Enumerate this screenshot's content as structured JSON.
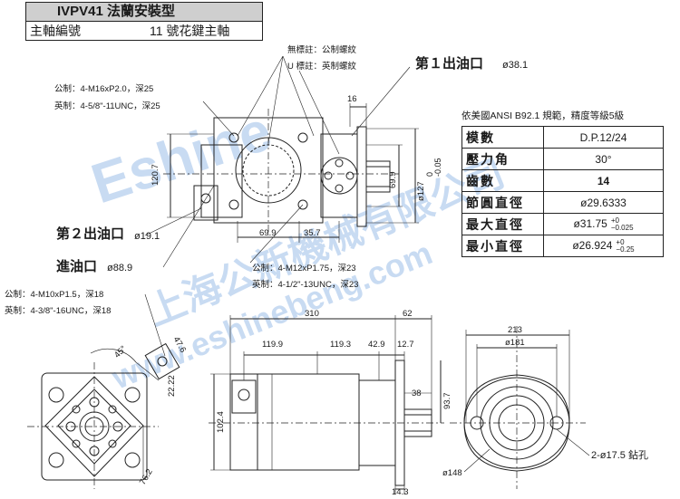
{
  "header": {
    "model_title": "IVPV41 法蘭安裝型",
    "shaft_label": "主軸編號",
    "shaft_spec": "11 號花鍵主軸"
  },
  "notes": {
    "unmarked": "無標註：公制螺紋",
    "u_mark": "U 標註：英制螺紋",
    "outlet1": "第１出油口",
    "outlet1_dia": "ø38.1",
    "thread_top_metric": "公制：4-M16xP2.0，深25",
    "thread_top_imperial": "英制：4-5/8\"-11UNC，深25",
    "outlet2": "第２出油口",
    "outlet2_dia": "ø19.1",
    "inlet": "進油口",
    "inlet_dia": "ø88.9",
    "thread_mid_metric": "公制：4-M12xP1.75，深23",
    "thread_mid_imperial": "英制：4-1/2\"-13UNC，深23",
    "thread_low_metric": "公制：4-M10xP1.5，深18",
    "thread_low_imperial": "英制：4-3/8\"-16UNC，深18",
    "drill": "2-ø17.5 鉆孔"
  },
  "spline": {
    "standard": "依美國ANSI B92.1 規範，精度等級5級",
    "rows": [
      {
        "key": "模數",
        "value": "D.P.12/24",
        "tol_up": "",
        "tol_low": ""
      },
      {
        "key": "壓力角",
        "value": "30°",
        "tol_up": "",
        "tol_low": ""
      },
      {
        "key": "齒數",
        "value": "14",
        "tol_up": "",
        "tol_low": ""
      },
      {
        "key": "節圓直徑",
        "value": "ø29.6333",
        "tol_up": "",
        "tol_low": ""
      },
      {
        "key": "最大直徑",
        "value": "ø31.75",
        "tol_up": "+0",
        "tol_low": "−0.025"
      },
      {
        "key": "最小直徑",
        "value": "ø26.924",
        "tol_up": "+0",
        "tol_low": "−0.25"
      }
    ]
  },
  "dims": {
    "d16": "16",
    "d120_7": "120.7",
    "d69_9v": "69.9",
    "d127": "ø127",
    "d127_tol": "0\n-0.05",
    "d69_9h": "69.9",
    "d35_7": "35.7",
    "d310": "310",
    "d62": "62",
    "d119_9": "119.9",
    "d119_3": "119.3",
    "d42_9": "42.9",
    "d12_7": "12.7",
    "d102_4": "102.4",
    "d38": "38",
    "d93_7": "93.7",
    "d14_3": "14.3",
    "d213": "213",
    "d181": "ø181",
    "d148": "ø148",
    "d45": "45°",
    "d47_6": "47.6",
    "d22_22": "22.22",
    "d76_2": "76.2"
  },
  "watermark": {
    "brand": "Eshine",
    "company": "上海公新機械有限公司",
    "url": "www.eshinebeng.com"
  }
}
